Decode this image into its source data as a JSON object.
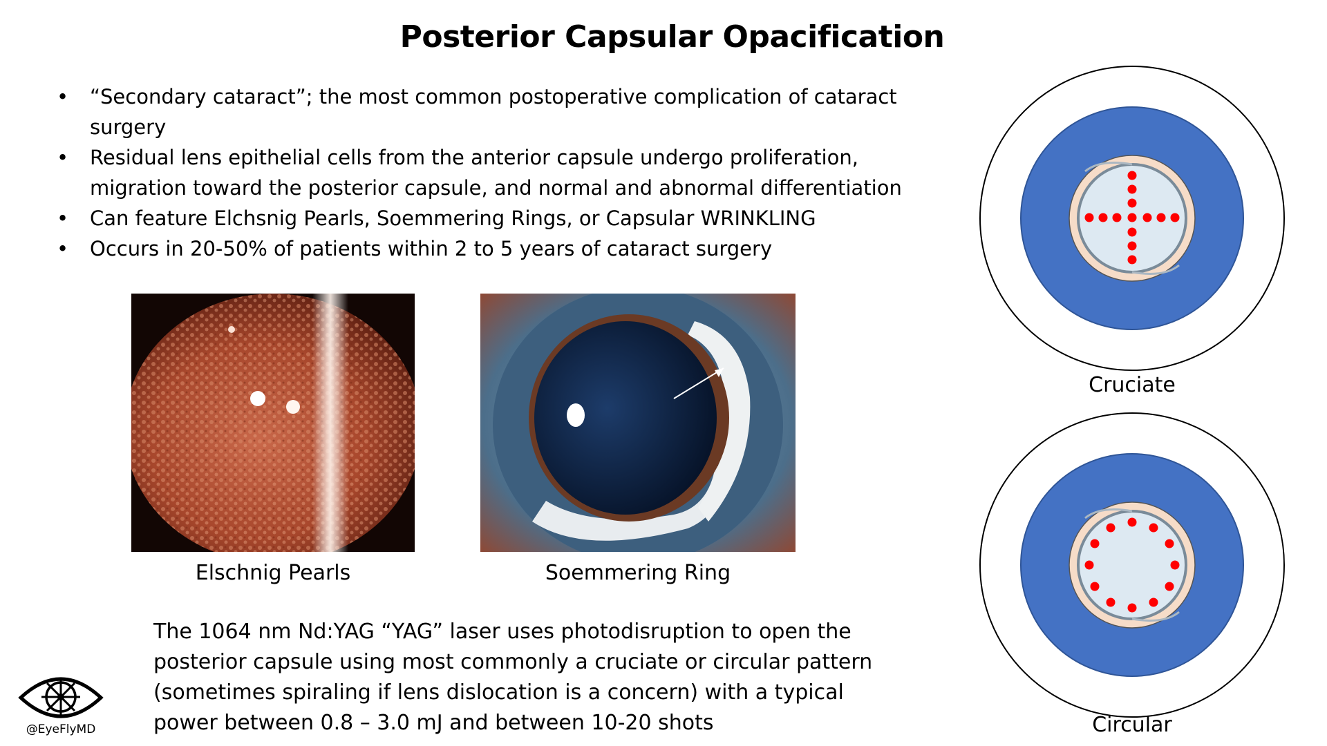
{
  "slide": {
    "title": "Posterior Capsular Opacification",
    "bullets": [
      "“Secondary cataract”; the most common postoperative complication of cataract surgery",
      " Residual lens epithelial cells from the anterior capsule undergo proliferation, migration toward the posterior capsule, and normal and abnormal differentiation",
      "Can feature Elchsnig Pearls,  Soemmering Rings, or Capsular WRINKLING",
      "Occurs in 20-50% of patients within 2 to 5 years of cataract surgery"
    ],
    "bullet_marker": "•",
    "photos": {
      "left_caption": "Elschnig Pearls",
      "right_caption": "Soemmering Ring"
    },
    "yag_text": "The 1064 nm Nd:YAG “YAG” laser uses photodisruption to open the posterior capsule using most commonly a cruciate or circular pattern (sometimes spiraling if lens dislocation is a concern) with a typical power between 0.8 – 3.0 mJ and between 10-20 shots",
    "diagrams": {
      "top_label": "Cruciate",
      "bottom_label": "Circular"
    },
    "logo_handle": "@EyeFlyMD",
    "colors": {
      "iris_blue": "#4472c4",
      "lens_peach": "#f6dcc8",
      "capsule_light": "#dde9f2",
      "laser_spot_red": "#ff0000"
    }
  }
}
